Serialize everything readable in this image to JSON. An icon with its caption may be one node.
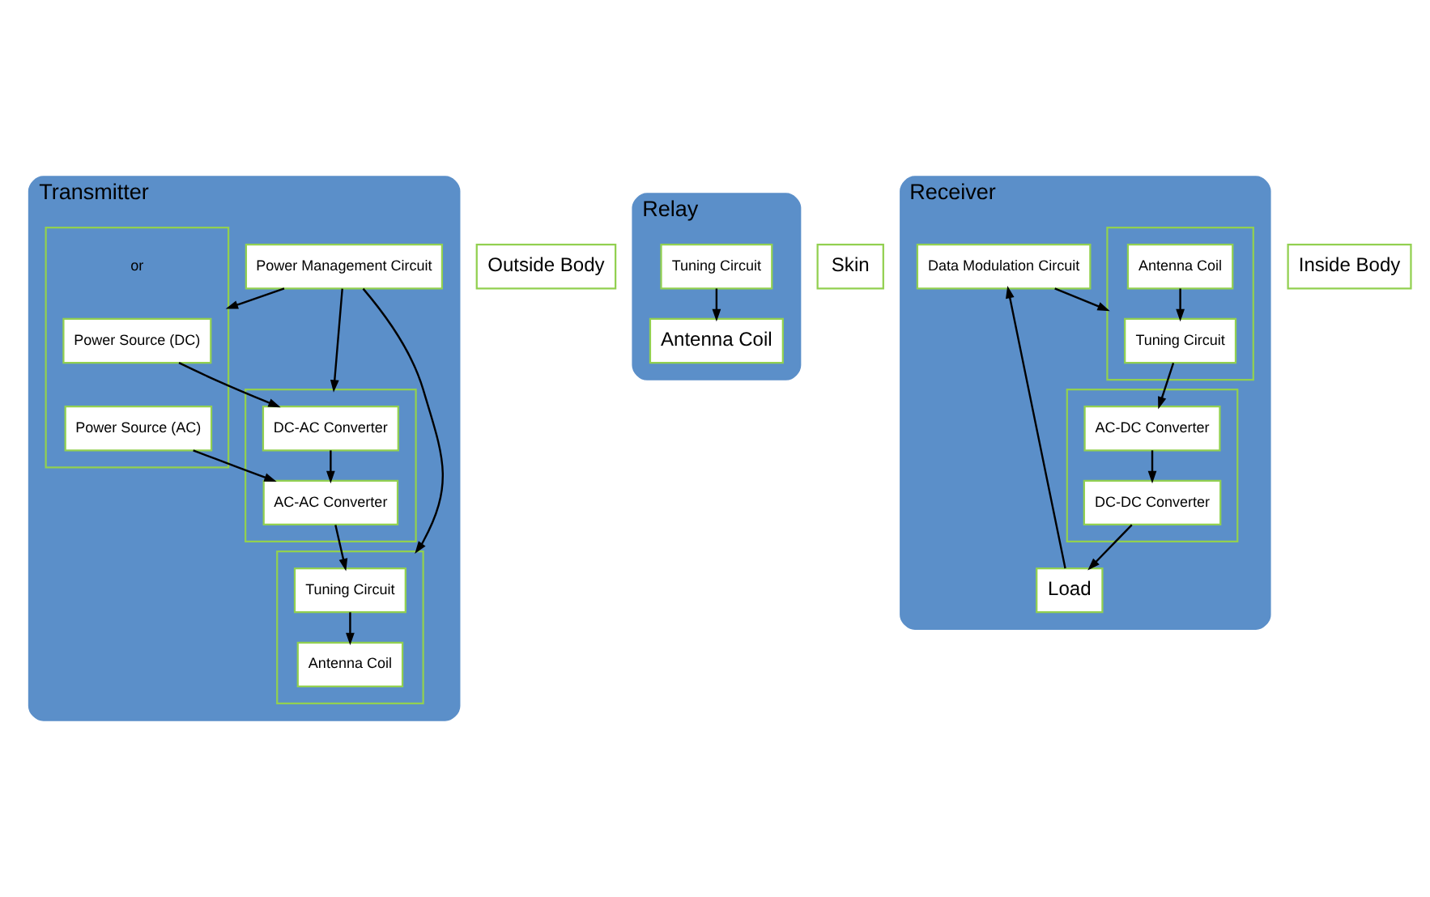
{
  "diagram": {
    "nodes": [
      {
        "text": [
          "Transmitter"
        ]
      },
      {
        "text": [
          "Power Management Circuit"
        ],
        "in": 0
      },
      {
        "text": [],
        "shape": "box",
        "in": 0
      },
      {
        "text": [
          "Power Source (DC)"
        ],
        "in": 2
      },
      {
        "text": [
          "Power Source (AC)"
        ],
        "in": 2
      },
      {
        "text": [],
        "shape": "box",
        "in": 0
      },
      {
        "text": [
          "DC-AC Converter"
        ],
        "in": 5
      },
      {
        "text": [
          "AC-AC Converter"
        ],
        "in": 5
      },
      {
        "text": [],
        "shape": "box",
        "in": 0
      },
      {
        "text": [
          "Tuning Circuit"
        ],
        "in": 8
      },
      {
        "text": [
          "Antenna Coil"
        ],
        "in": 8
      },
      {
        "text": [
          "Outside Body"
        ]
      },
      {
        "text": [
          "Relay"
        ]
      },
      {
        "text": [
          "Tuning Circuit"
        ],
        "in": 12
      },
      {
        "text": [
          "Antenna Coil"
        ],
        "in": 12
      },
      {
        "text": [
          "Skin"
        ]
      },
      {
        "text": [
          "Receiver"
        ]
      },
      {
        "text": [
          "Data Modulation Circuit"
        ],
        "in": 16
      },
      {
        "text": [],
        "shape": "box",
        "in": 16
      },
      {
        "text": [
          "Tuning Circuit"
        ],
        "in": 18
      },
      {
        "text": [
          "Antenna Coil"
        ],
        "in": 18
      },
      {
        "text": [],
        "shape": "box",
        "in": 16
      },
      {
        "text": [
          "AC-DC Converter"
        ],
        "in": 21
      },
      {
        "text": [
          "DC-DC Converter"
        ],
        "in": 21
      },
      {
        "text": [
          "Load"
        ],
        "in": 16
      },
      {
        "text": [
          "Inside Body"
        ]
      }
    ],
    "edges": [
      {
        "from": 1,
        "to": 2,
        "arrow": "to"
      },
      {
        "from": 1,
        "to": 5,
        "arrow": "to"
      },
      {
        "from": 1,
        "to": 8,
        "arrow": "to"
      },
      {
        "from": 3,
        "to": 6,
        "arrow": "to"
      },
      {
        "from": 4,
        "to": 7,
        "arrow": "to"
      },
      {
        "from": 6,
        "to": 7,
        "arrow": "to"
      },
      {
        "from": 7,
        "to": 9,
        "arrow": "to"
      },
      {
        "from": 9,
        "to": 10,
        "arrow": "to"
      },
      {
        "from": 13,
        "to": 14,
        "arrow": "to"
      },
      {
        "from": 17,
        "to": 18,
        "arrow": "to"
      },
      {
        "from": 24,
        "to": 17,
        "arrow": "to"
      },
      {
        "from": 20,
        "to": 19,
        "arrow": "to"
      },
      {
        "from": 19,
        "to": 22,
        "arrow": "to"
      },
      {
        "from": 22,
        "to": 23,
        "arrow": "to"
      },
      {
        "from": 23,
        "to": 24,
        "arrow": "to"
      }
    ],
    "labels": [
      "or"
    ]
  }
}
